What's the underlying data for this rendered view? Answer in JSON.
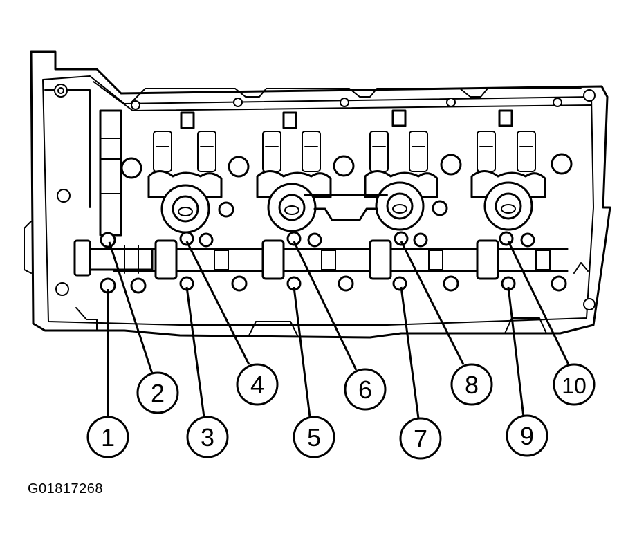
{
  "figure_id": "G01817268",
  "callouts": [
    {
      "label": "1",
      "order": 1
    },
    {
      "label": "2",
      "order": 2
    },
    {
      "label": "3",
      "order": 3
    },
    {
      "label": "4",
      "order": 4
    },
    {
      "label": "5",
      "order": 5
    },
    {
      "label": "6",
      "order": 6
    },
    {
      "label": "7",
      "order": 7
    },
    {
      "label": "8",
      "order": 8
    },
    {
      "label": "9",
      "order": 9
    },
    {
      "label": "10",
      "order": 10
    }
  ],
  "colors": {
    "line": "#000000",
    "background": "#ffffff"
  }
}
